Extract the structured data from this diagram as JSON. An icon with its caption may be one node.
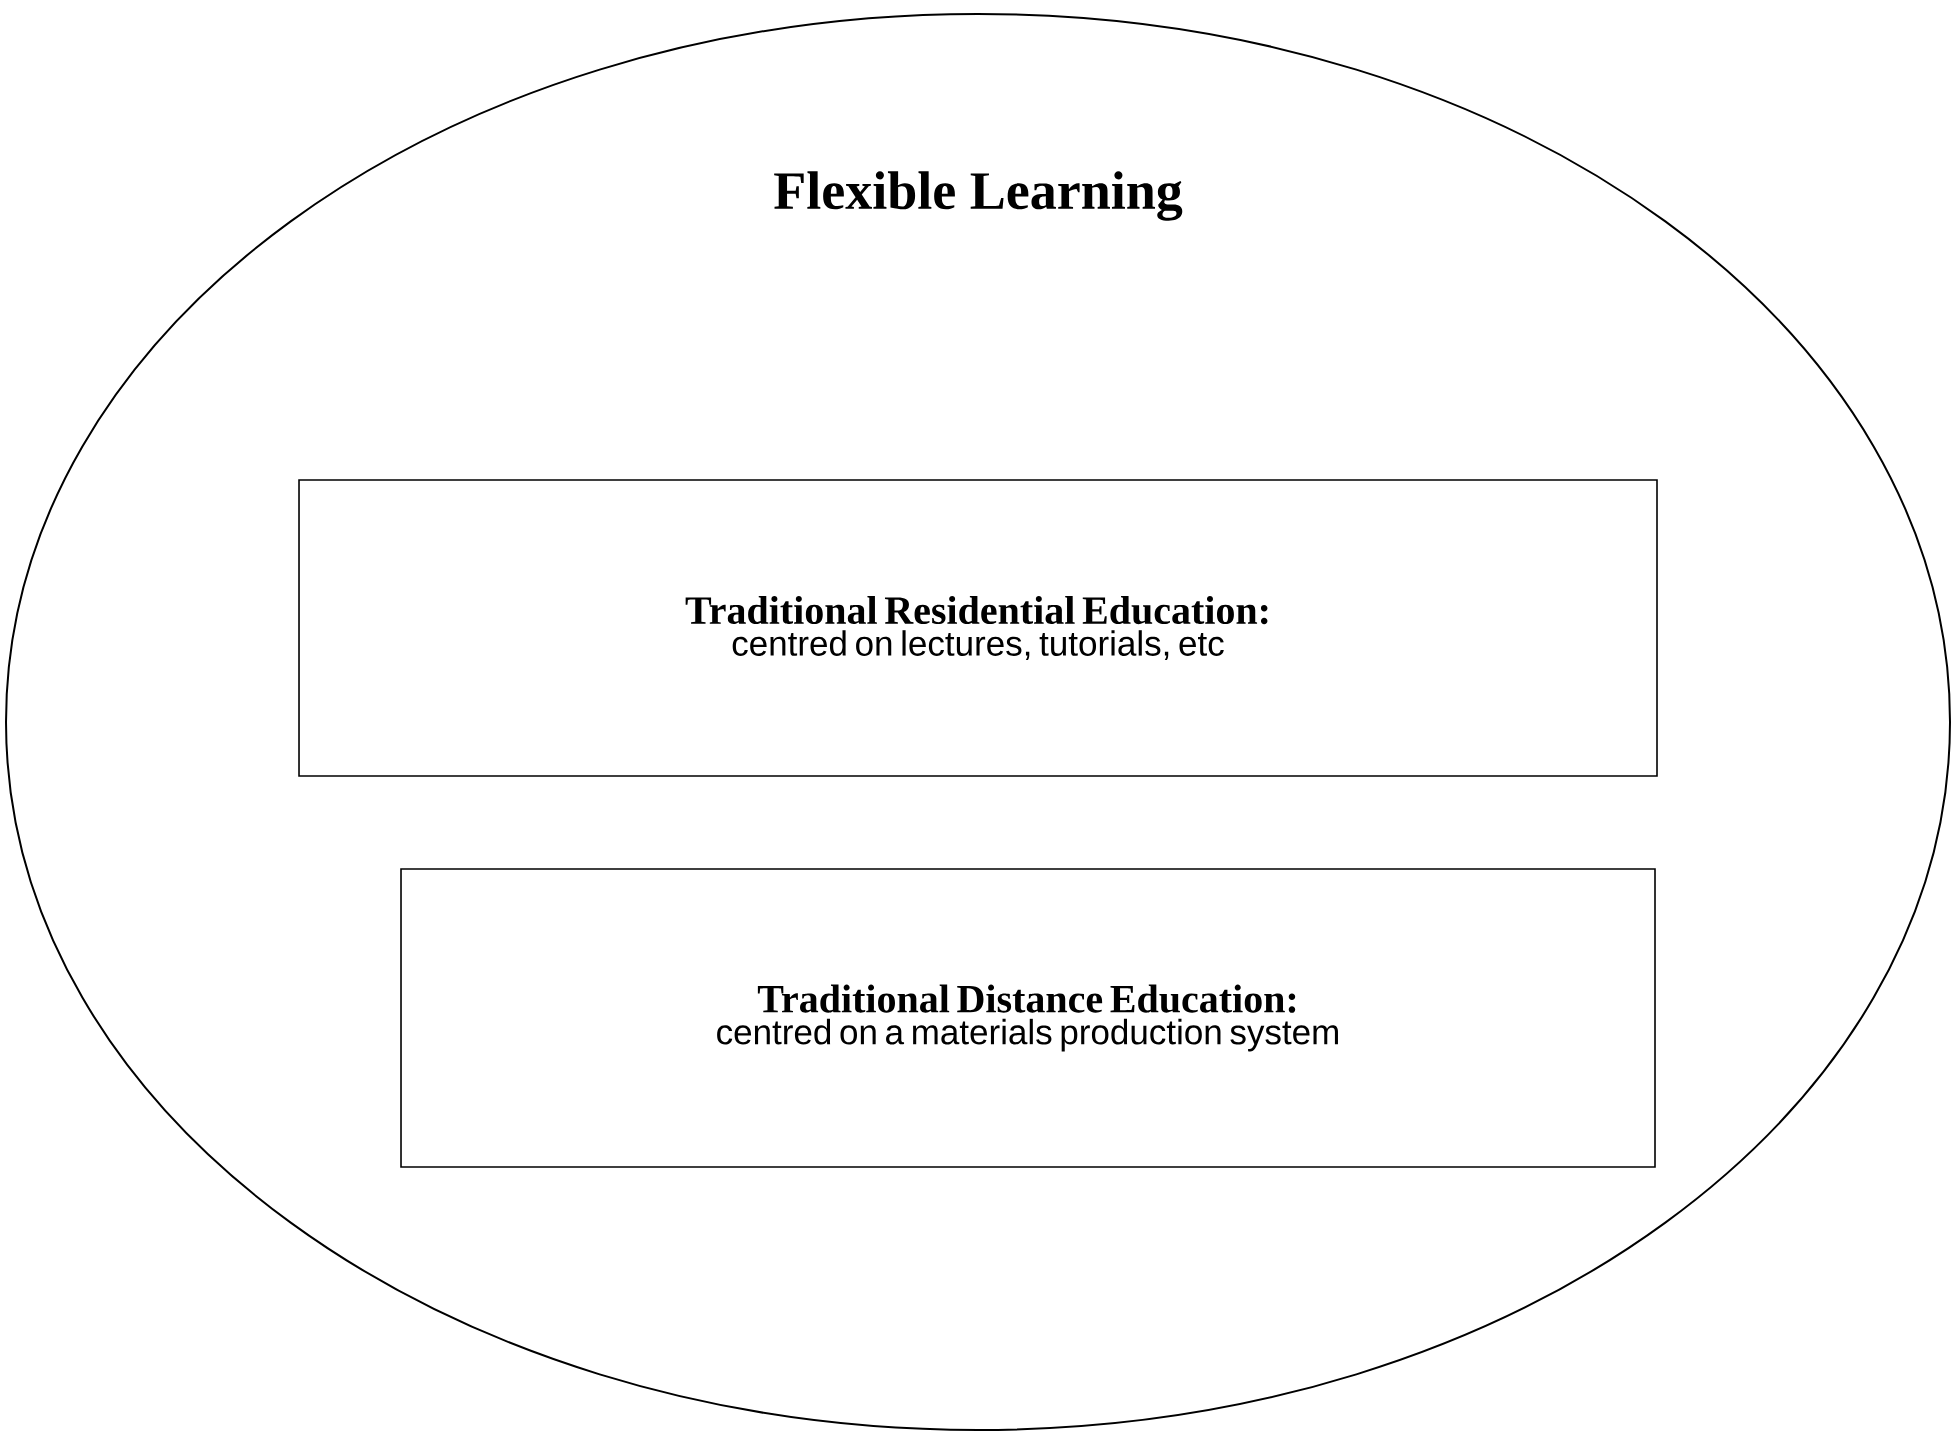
{
  "diagram": {
    "nodes": [
      {
        "text": [
          "Flexible Learning"
        ]
      },
      {
        "text": [
          "Traditional Residential Education:",
          "centred on lectures, tutorials, etc"
        ],
        "in": 0
      },
      {
        "text": [
          "Traditional Distance Education:",
          "centred on a materials production system"
        ],
        "in": 0
      }
    ]
  }
}
